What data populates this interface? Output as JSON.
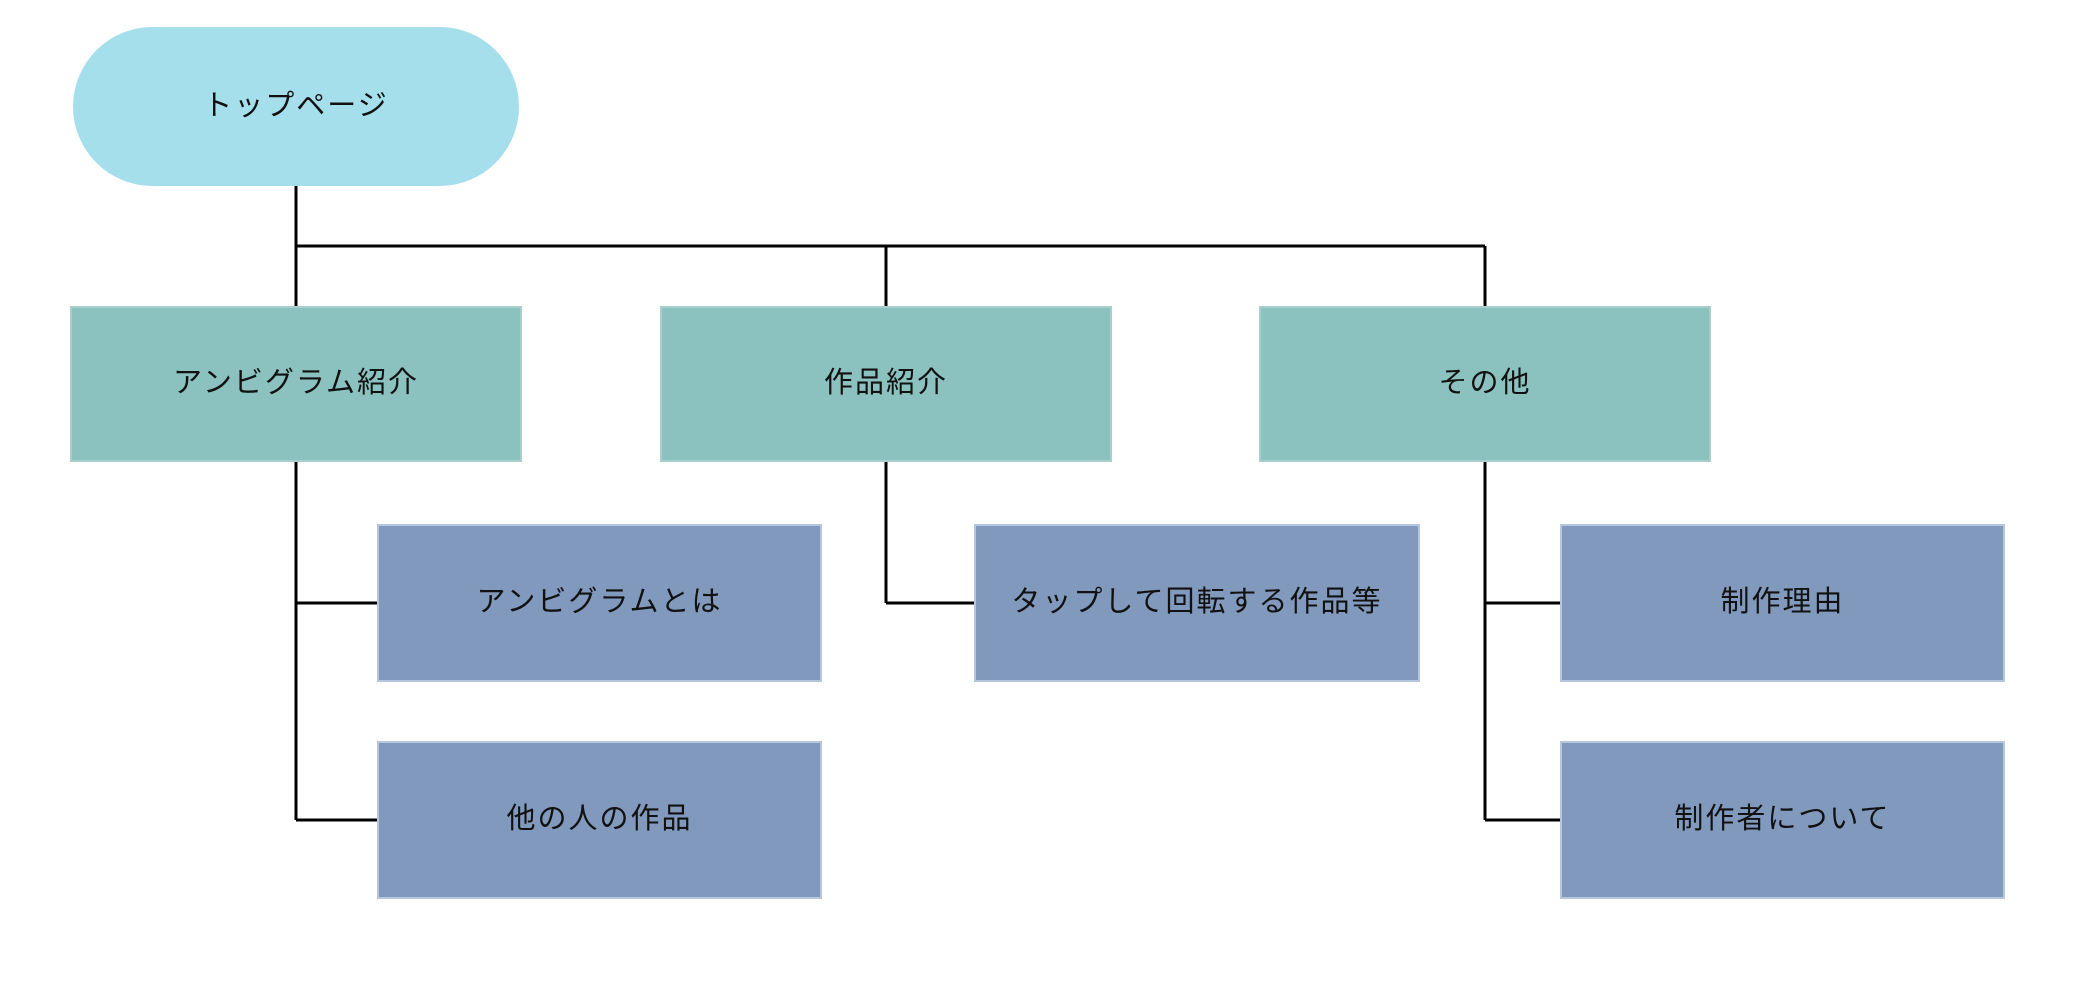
{
  "diagram": {
    "type": "sitemap-tree",
    "root": {
      "label": "トップページ",
      "shape": "pill"
    },
    "branches": [
      {
        "label": "アンビグラム紹介",
        "children": [
          {
            "label": "アンビグラムとは"
          },
          {
            "label": "他の人の作品"
          }
        ]
      },
      {
        "label": "作品紹介",
        "children": [
          {
            "label": "タップして回転する作品等"
          }
        ]
      },
      {
        "label": "その他",
        "children": [
          {
            "label": "制作理由"
          },
          {
            "label": "制作者について"
          }
        ]
      }
    ],
    "colors": {
      "root_fill": "#a6dfec",
      "branch_fill": "#8bc1be",
      "branch_border": "#a9cfcb",
      "child_fill": "#8199bc",
      "child_border": "#b5c7de",
      "line": "#000000",
      "text": "#111111",
      "background": "#ffffff"
    }
  }
}
